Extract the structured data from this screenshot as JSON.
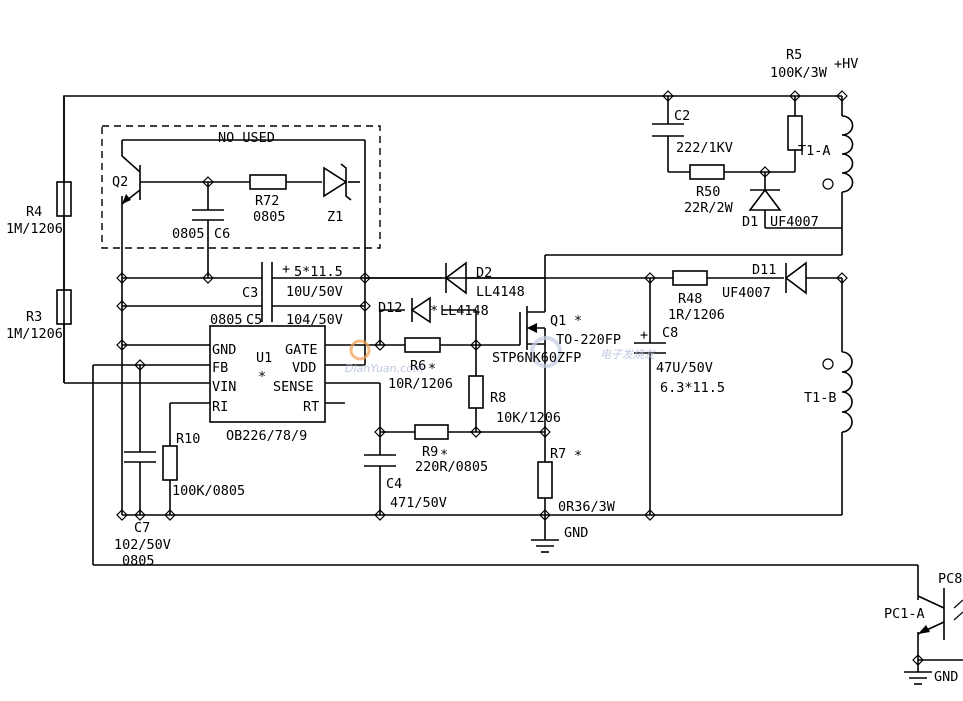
{
  "labels": {
    "r5_name": "R5",
    "r5_value": "100K/3W",
    "hv": "+HV",
    "c2_name": "C2",
    "c2_value": "222/1KV",
    "t1a": "T1-A",
    "r50_name": "R50",
    "r50_value": "22R/2W",
    "d1_name": "D1",
    "d1_value": "UF4007",
    "no_used": "NO USED",
    "q2": "Q2",
    "r72_name": "R72",
    "r72_value": "0805",
    "z1": "Z1",
    "c6_pkg": "0805",
    "c6_name": "C6",
    "r4_name": "R4",
    "r4_value": "1M/1206",
    "r3_name": "R3",
    "r3_value": "1M/1206",
    "c3_size": "5*11.5",
    "c3_name": "C3",
    "c3_value": "10U/50V",
    "c5_pkg": "0805",
    "c5_name": "C5",
    "c5_value": "104/50V",
    "d2_name": "D2",
    "d2_value": "LL4148",
    "d12_name": "D12",
    "d12_value": "LL4148",
    "r48_name": "R48",
    "r48_value": "1R/1206",
    "d11_name": "D11",
    "d11_value": "UF4007",
    "q1_name": "Q1",
    "q1_pkg": "TO-220FP",
    "q1_part": "STP6NK60ZFP",
    "c8_name": "C8",
    "c8_value": "47U/50V",
    "c8_size": "6.3*11.5",
    "u1_name": "U1",
    "u1_part": "OB226/78/9",
    "pin_gnd": "GND",
    "pin_fb": "FB",
    "pin_vin": "VIN",
    "pin_ri": "RI",
    "pin_gate": "GATE",
    "pin_vdd": "VDD",
    "pin_sense": "SENSE",
    "pin_rt": "RT",
    "r6_name": "R6",
    "r6_value": "10R/1206",
    "r8_name": "R8",
    "r8_value": "10K/1206",
    "t1b": "T1-B",
    "r10_name": "R10",
    "r10_value": "100K/0805",
    "r9_name": "R9",
    "r9_value": "220R/0805",
    "r7_name": "R7",
    "r7_value": "0R36/3W",
    "c4_name": "C4",
    "c4_value": "471/50V",
    "c7_name": "C7",
    "c7_value": "102/50V",
    "c7_pkg": "0805",
    "gnd": "GND",
    "gnd2": "GND",
    "pc8": "PC8",
    "pc1a": "PC1-A",
    "star": "*",
    "plus": "+",
    "wm1": "DianYuan.com",
    "wm2": "电子发烧友"
  }
}
